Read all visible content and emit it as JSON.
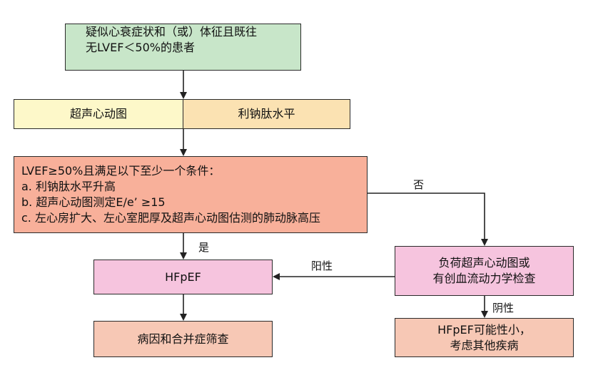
{
  "nodes": {
    "start": {
      "line1": "疑似心衰症状和（或）体征且既往",
      "line2": "无LVEF＜50%的患者"
    },
    "echo": {
      "label": "超声心动图"
    },
    "bnp": {
      "label": "利钠肽水平"
    },
    "criteria": {
      "line1": "LVEF≥50%且满足以下至少一个条件：",
      "line2": "a. 利钠肽水平升高",
      "line3": "b. 超声心动图测定E/e’ ≥15",
      "line4": "c. 左心房扩大、左心室肥厚及超声心动图估测的肺动脉高压"
    },
    "hfpef": {
      "label": "HFpEF"
    },
    "stress_test": {
      "line1": "负荷超声心动图或",
      "line2": "有创血流动力学检查"
    },
    "etiology": {
      "label": "病因和合并症筛查"
    },
    "unlikely": {
      "line1": "HFpEF可能性小，",
      "line2": "考虑其他疾病"
    }
  },
  "edges": {
    "criteria_to_hfpef": "是",
    "criteria_to_stress": "否",
    "stress_to_hfpef": "阳性",
    "stress_to_unlikely": "阴性"
  },
  "colors": {
    "start": "#c8e6c9",
    "echo": "#fdf8c9",
    "bnp": "#fbe2b2",
    "criteria": "#f8b09a",
    "hfpef": "#f6c4de",
    "stress_test": "#f6c4de",
    "etiology": "#f7c8b5",
    "unlikely": "#f7c8b5",
    "line": "#222222"
  }
}
